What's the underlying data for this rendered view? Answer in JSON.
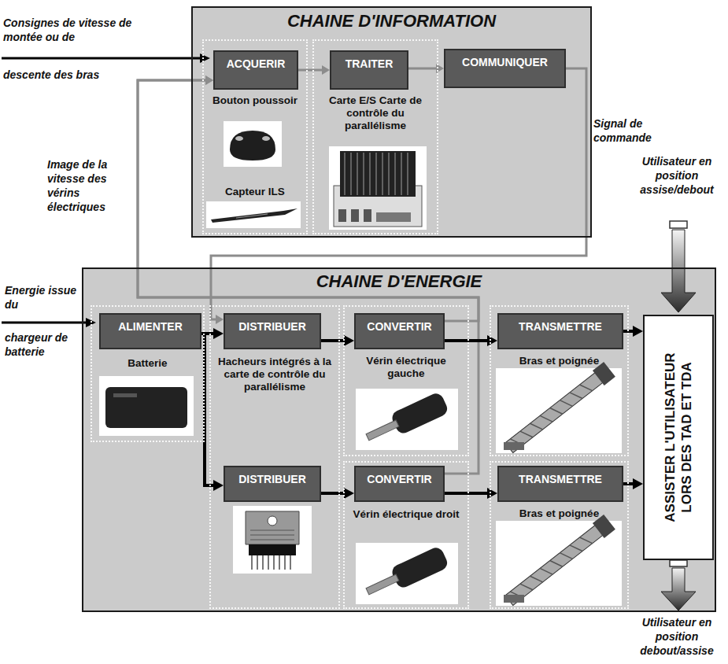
{
  "diagram": {
    "nodes": [
      {
        "text": [
          "CHAINE D'INFORMATION"
        ]
      },
      {
        "text": [
          "Bouton poussoir",
          "Capteur ILS"
        ],
        "in": 0
      },
      {
        "text": [
          "ACQUERIR"
        ],
        "in": 1
      },
      {
        "text": [
          "Carte E/S Carte de contrôle du parallélisme"
        ],
        "in": 0
      },
      {
        "text": [
          "TRAITER"
        ],
        "in": 3
      },
      {
        "text": [
          "COMMUNIQUER"
        ],
        "in": 0
      },
      {
        "text": [
          "CHAINE D'ENERGIE"
        ]
      },
      {
        "text": [
          "Batterie"
        ],
        "in": 6
      },
      {
        "text": [
          "ALIMENTER"
        ],
        "in": 7
      },
      {
        "text": [
          "Hacheurs intégrés à la carte de contrôle du parallélisme"
        ],
        "in": 6
      },
      {
        "text": [
          "DISTRIBUER"
        ],
        "in": 9
      },
      {
        "text": [
          "DISTRIBUER"
        ],
        "in": 9
      },
      {
        "text": [
          "Vérin électrique gauche"
        ],
        "in": 6
      },
      {
        "text": [
          "CONVERTIR"
        ],
        "in": 12
      },
      {
        "text": [
          "Vérin électrique droit"
        ],
        "in": 6
      },
      {
        "text": [
          "CONVERTIR"
        ],
        "in": 14
      },
      {
        "text": [
          "Bras et poignée"
        ],
        "in": 6
      },
      {
        "text": [
          "TRANSMETTRE"
        ],
        "in": 16
      },
      {
        "text": [
          "Bras et poignée"
        ],
        "in": 6
      },
      {
        "text": [
          "TRANSMETTRE"
        ],
        "in": 18
      },
      {
        "text": [
          "ASSISTER L'UTILISATEUR LORS DES TAD ET TDA"
        ],
        "in": 6
      }
    ],
    "edges": [
      {
        "from": 2,
        "to": 4,
        "arrow": "to"
      },
      {
        "from": 4,
        "to": 5,
        "arrow": "to"
      },
      {
        "from": 5,
        "to": 10,
        "label": "Signal de commande",
        "arrow": "to"
      },
      {
        "from": 13,
        "to": 2,
        "label": "Image de la vitesse des vérins électriques",
        "arrow": "to"
      },
      {
        "from": 15,
        "to": 2,
        "arrow": "to"
      },
      {
        "from": 8,
        "to": 10,
        "arrow": "to"
      },
      {
        "from": 8,
        "to": 11,
        "arrow": "to"
      },
      {
        "from": 10,
        "to": 13,
        "arrow": "to"
      },
      {
        "from": 11,
        "to": 15,
        "arrow": "to"
      },
      {
        "from": 13,
        "to": 17,
        "arrow": "to"
      },
      {
        "from": 15,
        "to": 19,
        "arrow": "to"
      },
      {
        "from": 17,
        "to": 20,
        "arrow": "to"
      },
      {
        "from": 19,
        "to": 20,
        "arrow": "to"
      }
    ],
    "labels": [
      "Consignes de vitesse de montée ou de",
      "descente des bras",
      "Energie issue du",
      "chargeur de batterie",
      "Utilisateur en position assise/debout",
      "Utilisateur en position debout/assise"
    ]
  }
}
